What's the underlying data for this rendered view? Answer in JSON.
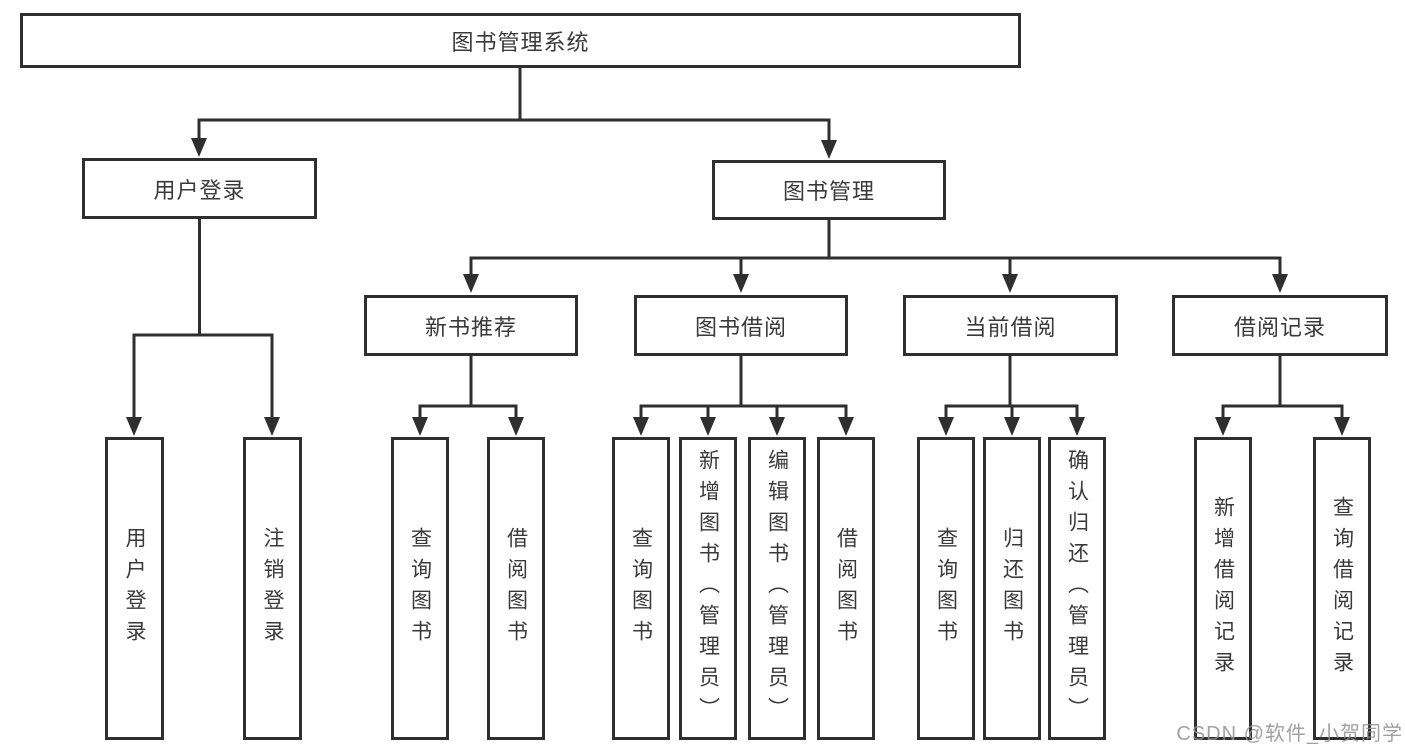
{
  "nodes": {
    "root": "图书管理系统",
    "user_login": "用户登录",
    "book_mgmt": "图书管理",
    "new_book_rec": "新书推荐",
    "book_borrow": "图书借阅",
    "current_borrow": "当前借阅",
    "borrow_records": "借阅记录",
    "leaf_user_login": "用户登录",
    "leaf_logout": "注销登录",
    "rec_query_books": "查询图书",
    "rec_borrow_books": "借阅图书",
    "bb_query_books": "查询图书",
    "bb_add_books": "新增图书（管理员）",
    "bb_edit_books": "编辑图书（管理员）",
    "bb_borrow_books": "借阅图书",
    "cb_query_books": "查询图书",
    "cb_return_books": "归还图书",
    "cb_confirm_return": "确认归还（管理员）",
    "br_add_record": "新增借阅记录",
    "br_query_record": "查询借阅记录"
  },
  "hierarchy": {
    "图书管理系统": {
      "用户登录": [
        "用户登录",
        "注销登录"
      ],
      "图书管理": {
        "新书推荐": [
          "查询图书",
          "借阅图书"
        ],
        "图书借阅": [
          "查询图书",
          "新增图书（管理员）",
          "编辑图书（管理员）",
          "借阅图书"
        ],
        "当前借阅": [
          "查询图书",
          "归还图书",
          "确认归还（管理员）"
        ],
        "借阅记录": [
          "新增借阅记录",
          "查询借阅记录"
        ]
      }
    }
  },
  "watermark": "CSDN @软件_小贺同学",
  "colors": {
    "line": "#2f2f2f",
    "border": "#2f2f2f",
    "text": "#3a3a3a",
    "watermark": "#919191",
    "background": "#ffffff"
  }
}
